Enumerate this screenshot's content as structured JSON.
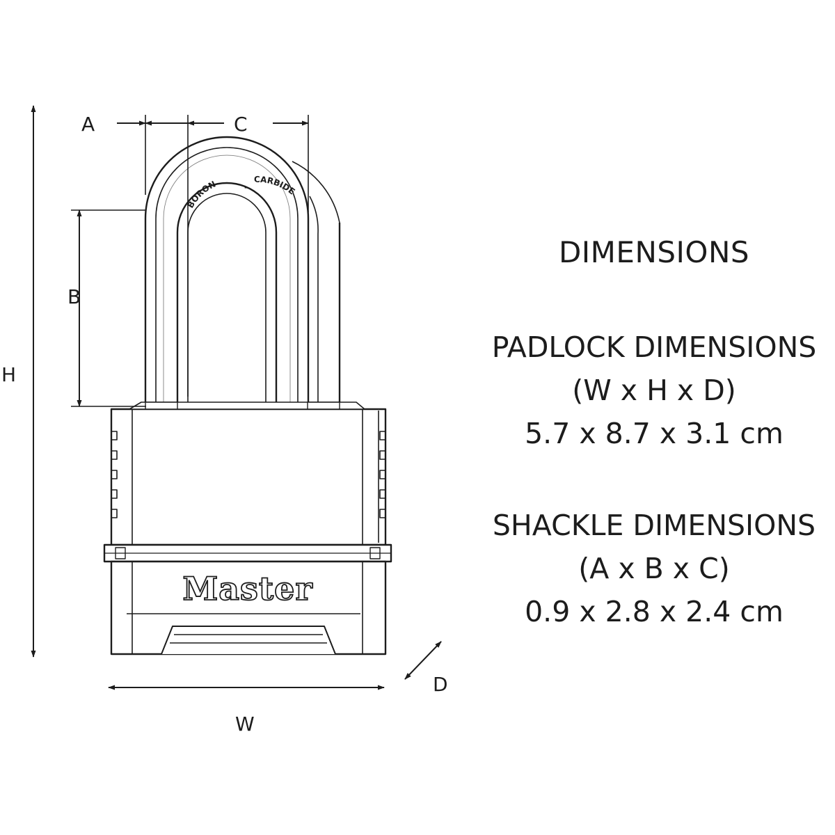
{
  "labels": {
    "a": "A",
    "b": "B",
    "c": "C",
    "h": "H",
    "w": "W",
    "d": "D"
  },
  "shackle_engraving": {
    "left": "BORON",
    "separator": "-",
    "right": "CARBIDE"
  },
  "brand": "Master",
  "dimensions": {
    "title": "DIMENSIONS",
    "padlock": {
      "heading": "PADLOCK DIMENSIONS",
      "format": "(W x H x D)",
      "value": "5.7 x 8.7 x 3.1 cm"
    },
    "shackle": {
      "heading": "SHACKLE DIMENSIONS",
      "format": "(A x B x C)",
      "value": "0.9 x 2.8 x 2.4 cm"
    }
  }
}
